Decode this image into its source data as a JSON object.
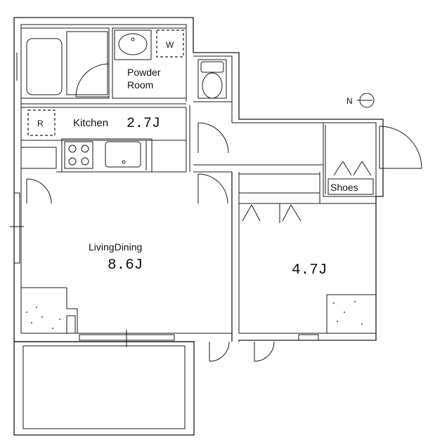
{
  "rooms": {
    "powder_room": {
      "label_line1": "Powder",
      "label_line2": "Room"
    },
    "kitchen": {
      "label": "Kitchen",
      "size": "2.7J"
    },
    "living_dining": {
      "label": "LivingDining",
      "size": "8.6J"
    },
    "bedroom": {
      "size": "4.7J"
    }
  },
  "fixtures": {
    "washer_mark": "W",
    "fridge_mark": "R",
    "shoes_label": "Shoes"
  },
  "compass": {
    "north_label": "N"
  }
}
